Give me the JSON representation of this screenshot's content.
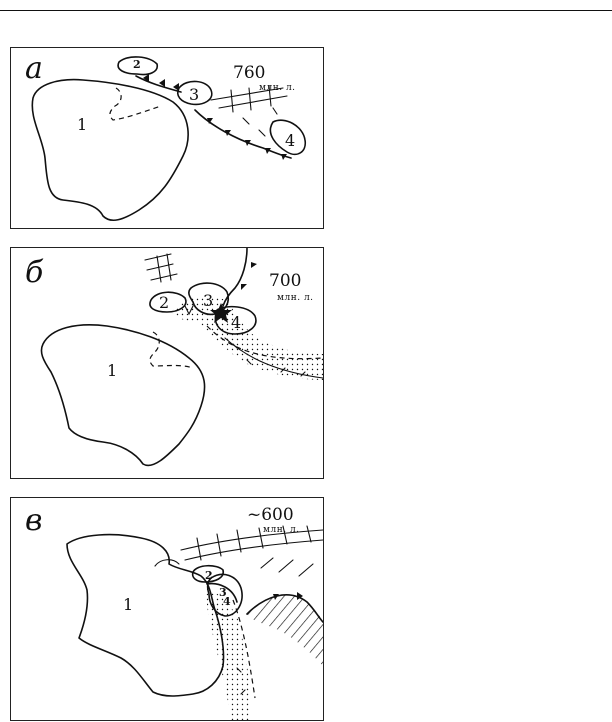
{
  "panels": [
    {
      "letter": "а",
      "age": "760",
      "unit": "млн. л.",
      "labels": {
        "continent": "1",
        "block2": "2",
        "block3": "3",
        "block4": "4"
      }
    },
    {
      "letter": "б",
      "age": "700",
      "unit": "млн. л.",
      "labels": {
        "continent": "1",
        "block2": "2",
        "block3": "3",
        "block4": "4"
      }
    },
    {
      "letter": "в",
      "age": "~600",
      "unit": "млн. л.",
      "labels": {
        "continent": "1",
        "block2": "2",
        "block34": "3\n4"
      }
    }
  ],
  "colors": {
    "ink": "#111111",
    "paper": "#ffffff"
  }
}
